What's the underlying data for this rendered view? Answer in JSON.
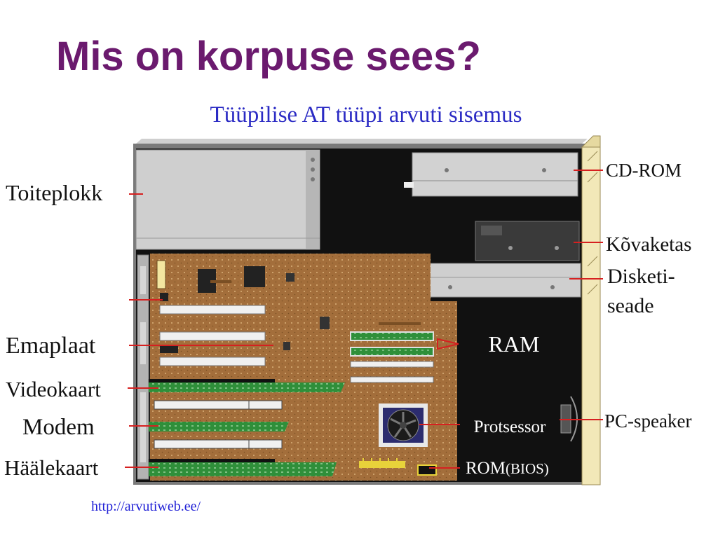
{
  "slide": {
    "title": "Mis on korpuse sees?",
    "source_link": "http://arvutiweb.ee/"
  },
  "diagram": {
    "caption": "Tüüpilise AT tüüpi arvuti sisemus",
    "labels": {
      "power_supply": "Toiteplokk",
      "motherboard": "Emaplaat",
      "video_card": "Videokaart",
      "modem": "Modem",
      "sound_card": "Häälekaart",
      "cd_rom": "CD-ROM",
      "hard_disk": "Kõvaketas",
      "floppy_line1": "Disketi-",
      "floppy_line2": "seade",
      "ram": "RAM",
      "processor": "Protsessor",
      "speaker": "PC-speaker",
      "rom": "ROM",
      "rom_bios": "(BIOS)"
    },
    "colors": {
      "title": "#6b1a6e",
      "caption": "#2b2bc4",
      "leader_lines": "#d62020",
      "case_interior": "#111111",
      "motherboard": "#a36e3b",
      "expansion_cards": "#2f8f3a",
      "drive_bays": "#c9c9c9",
      "front_panel": "#f2e8b8"
    }
  }
}
